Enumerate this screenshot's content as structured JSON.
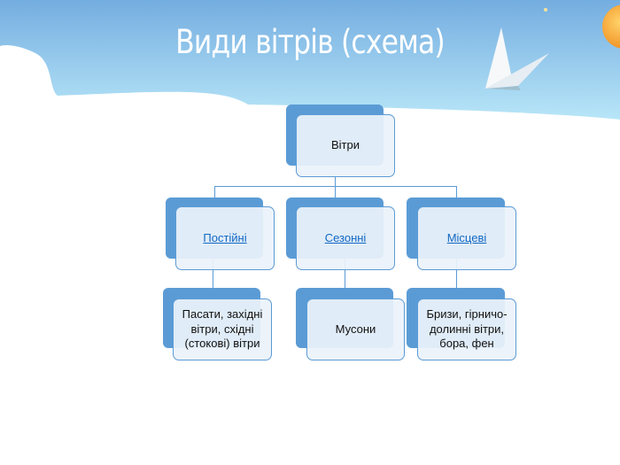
{
  "slide": {
    "title": "Види вітрів (схема)"
  },
  "diagram": {
    "root": "Вітри",
    "categories": [
      {
        "label": "Постійні",
        "examples": "Пасати, західні вітри, східні (стокові) вітри"
      },
      {
        "label": "Сезонні",
        "examples": "Мусони"
      },
      {
        "label": "Місцеві",
        "examples": "Бризи, гірничо-долинні вітри, бора, фен"
      }
    ]
  },
  "colors": {
    "node_fill": "#5b9bd5",
    "link": "#1168c4",
    "sky": "#7ab3e0"
  }
}
